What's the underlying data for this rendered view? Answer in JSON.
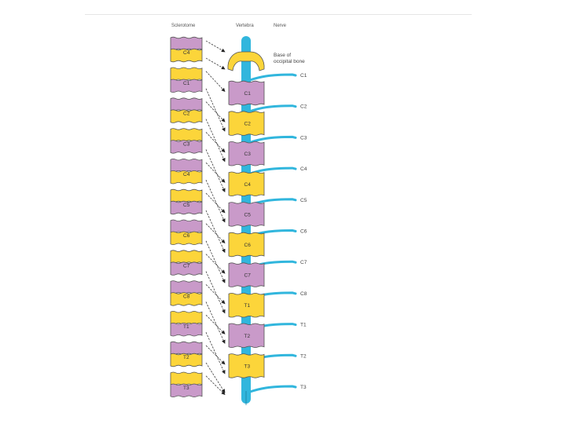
{
  "headers": {
    "sclerotome": "Sclerotome",
    "vertebra": "Vertebra",
    "nerve": "Nerve"
  },
  "occipital_label": [
    "Base of",
    "occipital bone"
  ],
  "sclerotomes": [
    {
      "label": "C4",
      "upper": "purple",
      "lower": "yellow"
    },
    {
      "label": "C1",
      "upper": "yellow",
      "lower": "purple"
    },
    {
      "label": "C2",
      "upper": "purple",
      "lower": "yellow"
    },
    {
      "label": "C3",
      "upper": "yellow",
      "lower": "purple"
    },
    {
      "label": "C4",
      "upper": "purple",
      "lower": "yellow"
    },
    {
      "label": "C5",
      "upper": "yellow",
      "lower": "purple"
    },
    {
      "label": "C6",
      "upper": "purple",
      "lower": "yellow"
    },
    {
      "label": "C7",
      "upper": "yellow",
      "lower": "purple"
    },
    {
      "label": "C8",
      "upper": "purple",
      "lower": "yellow"
    },
    {
      "label": "T1",
      "upper": "yellow",
      "lower": "purple"
    },
    {
      "label": "T2",
      "upper": "purple",
      "lower": "yellow"
    },
    {
      "label": "T3",
      "upper": "yellow",
      "lower": "purple"
    }
  ],
  "vertebrae": [
    {
      "label": "C1",
      "color": "purple"
    },
    {
      "label": "C2",
      "color": "yellow"
    },
    {
      "label": "C3",
      "color": "purple"
    },
    {
      "label": "C4",
      "color": "yellow"
    },
    {
      "label": "C5",
      "color": "purple"
    },
    {
      "label": "C6",
      "color": "yellow"
    },
    {
      "label": "C7",
      "color": "purple"
    },
    {
      "label": "T1",
      "color": "yellow"
    },
    {
      "label": "T2",
      "color": "purple"
    },
    {
      "label": "T3",
      "color": "yellow"
    }
  ],
  "nerves": [
    "C1",
    "C2",
    "C3",
    "C4",
    "C5",
    "C6",
    "C7",
    "C8",
    "T1",
    "T2",
    "T3"
  ],
  "colors": {
    "purple": "#c99ac9",
    "yellow": "#fcd53a",
    "spine": "#31b6dd",
    "outline": "#555555"
  }
}
